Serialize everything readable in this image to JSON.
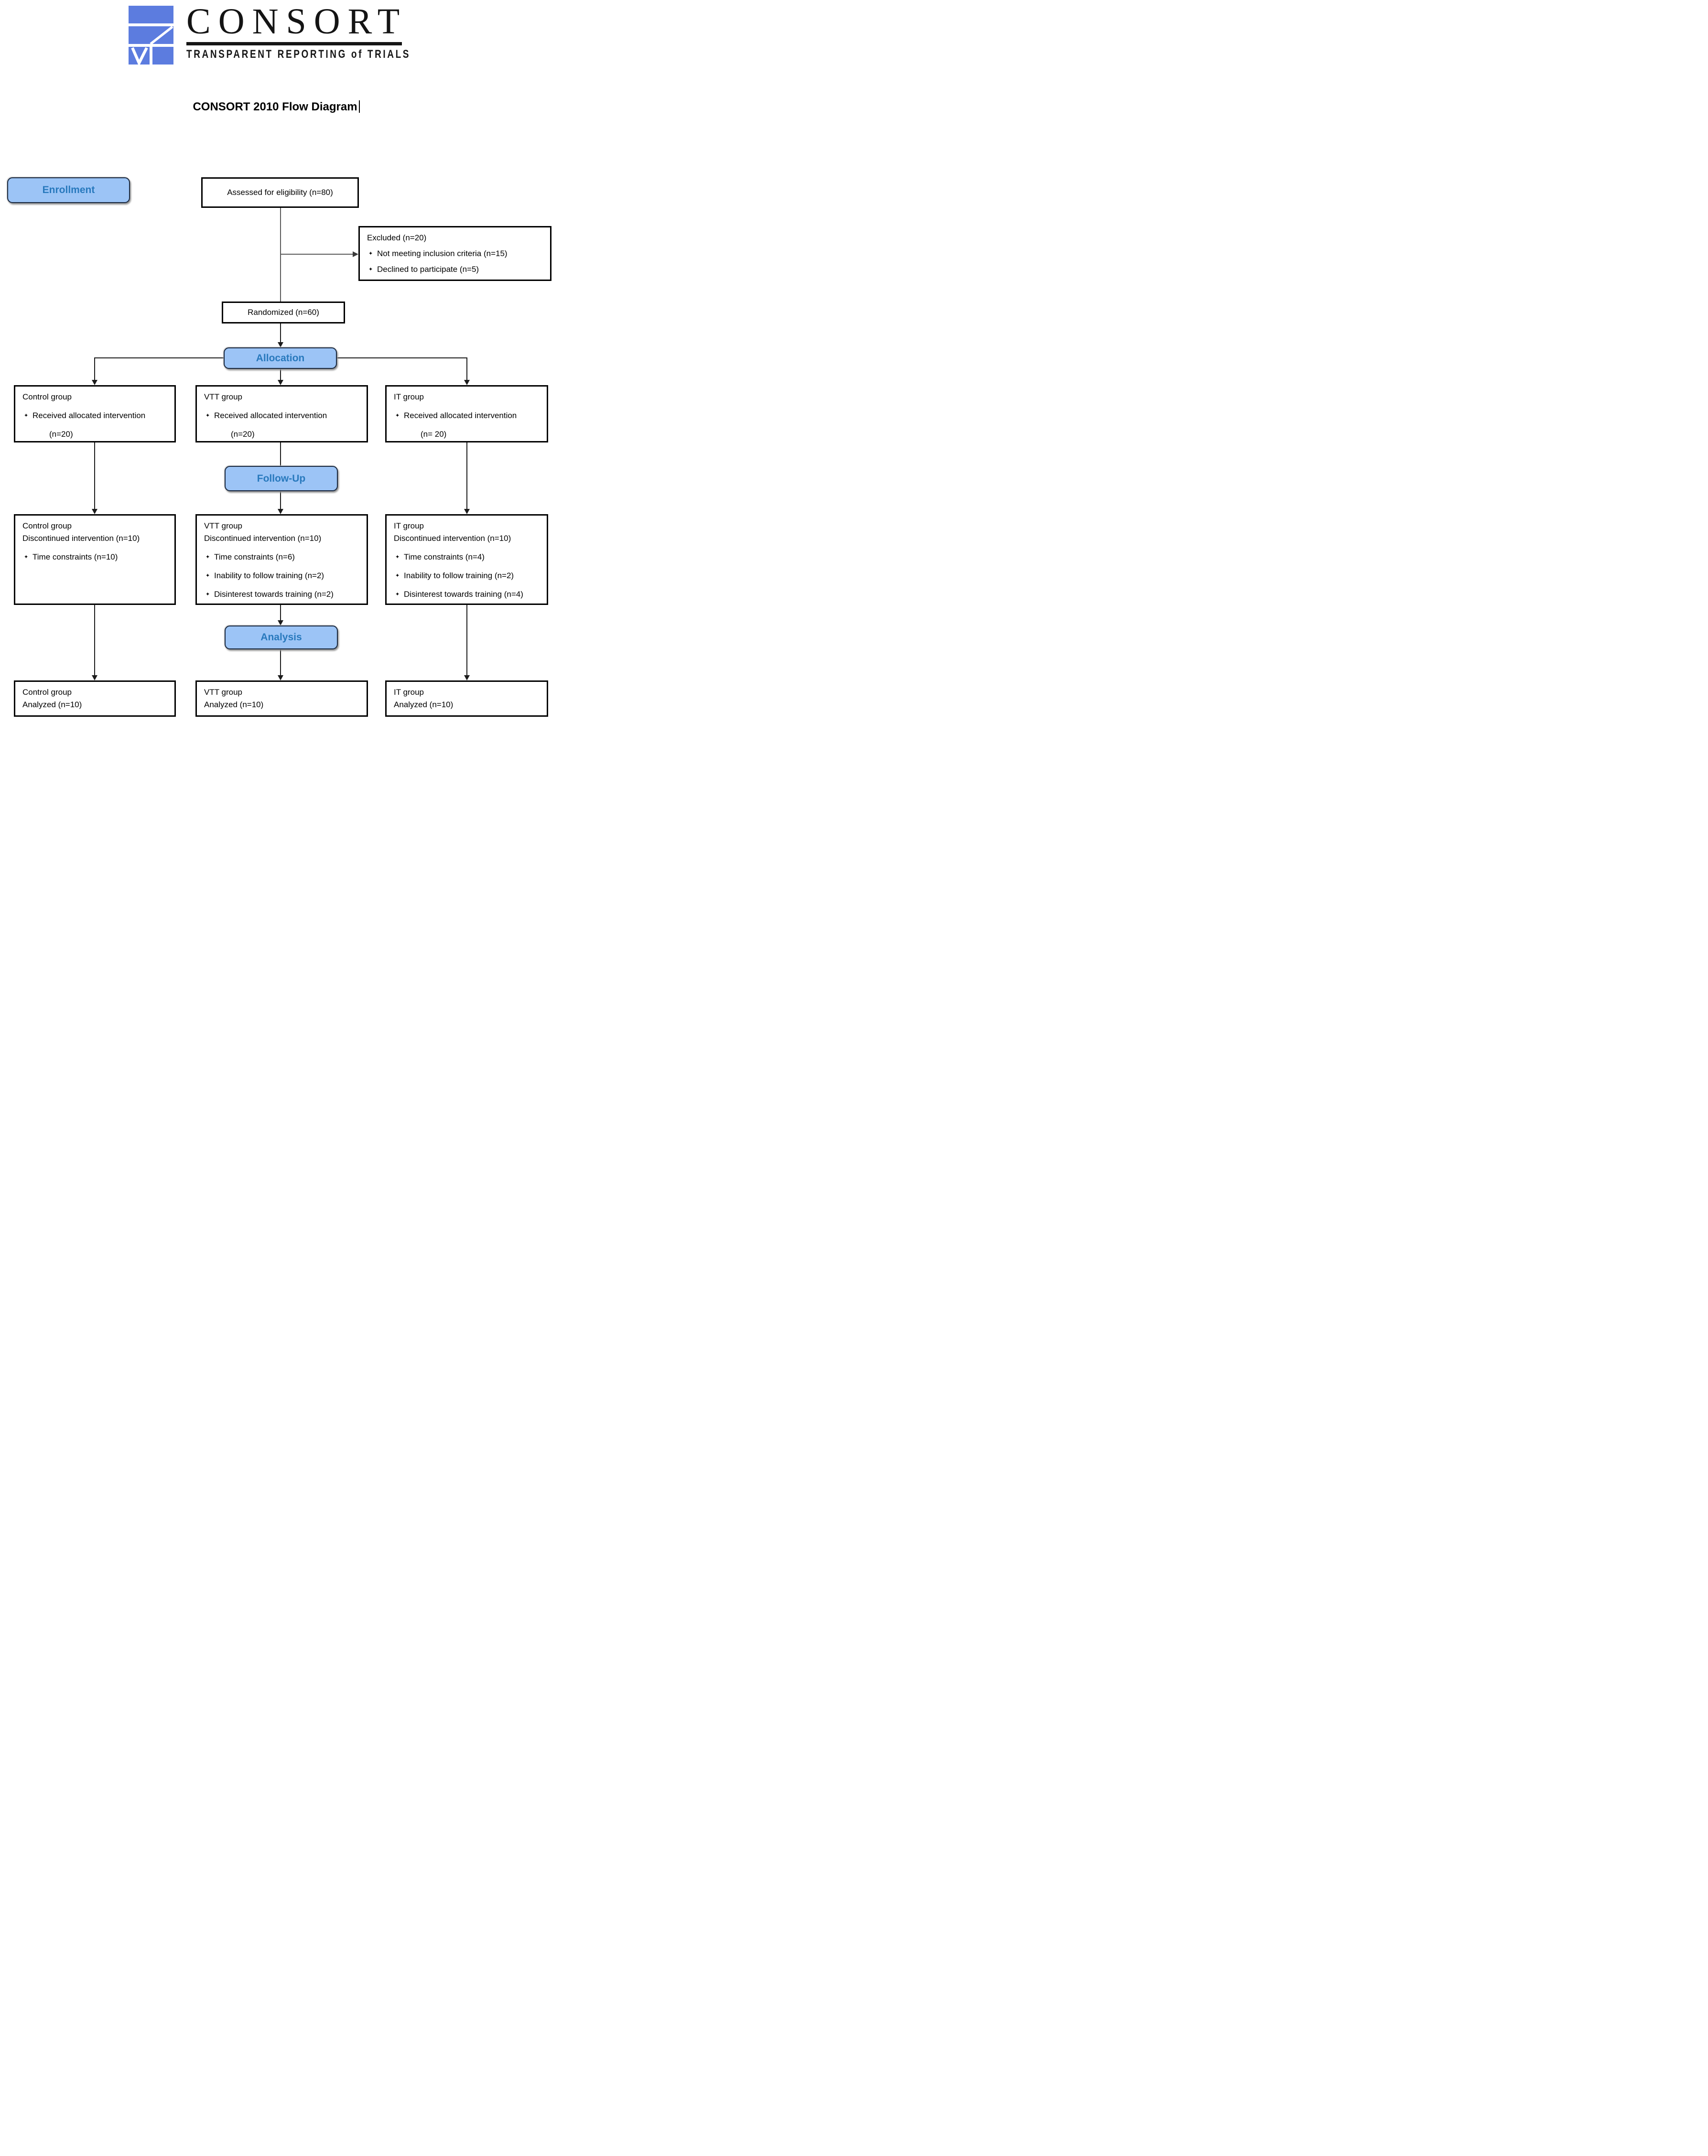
{
  "logo": {
    "wordmark": "CONSORT",
    "tagline": "TRANSPARENT REPORTING of TRIALS"
  },
  "title": "CONSORT 2010 Flow Diagram",
  "bullet_char": "✦",
  "stages": {
    "enrollment": "Enrollment",
    "allocation": "Allocation",
    "followup": "Follow-Up",
    "analysis": "Analysis"
  },
  "boxes": {
    "assessed": {
      "text": "Assessed for eligibility (n=80)"
    },
    "excluded": {
      "title": "Excluded (n=20)",
      "bullets": [
        "Not meeting inclusion criteria (n=15)",
        "Declined to participate (n=5)"
      ]
    },
    "randomized": {
      "text": "Randomized (n=60)"
    },
    "alloc_control": {
      "title": "Control group",
      "bullet": "Received allocated intervention",
      "n": "(n=20)"
    },
    "alloc_vtt": {
      "title": "VTT group",
      "bullet": "Received allocated intervention",
      "n": "(n=20)"
    },
    "alloc_it": {
      "title": "IT group",
      "bullet": "Received allocated intervention",
      "n": "(n= 20)"
    },
    "fu_control": {
      "title": "Control group",
      "subtitle": "Discontinued intervention (n=10)",
      "bullets": [
        "Time constraints (n=10)"
      ]
    },
    "fu_vtt": {
      "title": "VTT group",
      "subtitle": "Discontinued intervention (n=10)",
      "bullets": [
        "Time constraints (n=6)",
        "Inability to follow training (n=2)",
        "Disinterest towards training (n=2)"
      ]
    },
    "fu_it": {
      "title": "IT group",
      "subtitle": "Discontinued intervention (n=10)",
      "bullets": [
        "Time constraints (n=4)",
        "Inability to follow training (n=2)",
        "Disinterest towards training (n=4)"
      ]
    },
    "an_control": {
      "title": "Control group",
      "subtitle": "Analyzed (n=10)"
    },
    "an_vtt": {
      "title": "VTT group",
      "subtitle": "Analyzed (n=10)"
    },
    "an_it": {
      "title": "IT group",
      "subtitle": "Analyzed (n=10)"
    }
  },
  "colors": {
    "stage_fill": "#9CC4F6",
    "stage_text": "#2879BD",
    "stage_border": "#1B2A41",
    "logo_blue": "#5C7CDF",
    "box_border": "#000000",
    "connector": "#1c1c1c"
  }
}
